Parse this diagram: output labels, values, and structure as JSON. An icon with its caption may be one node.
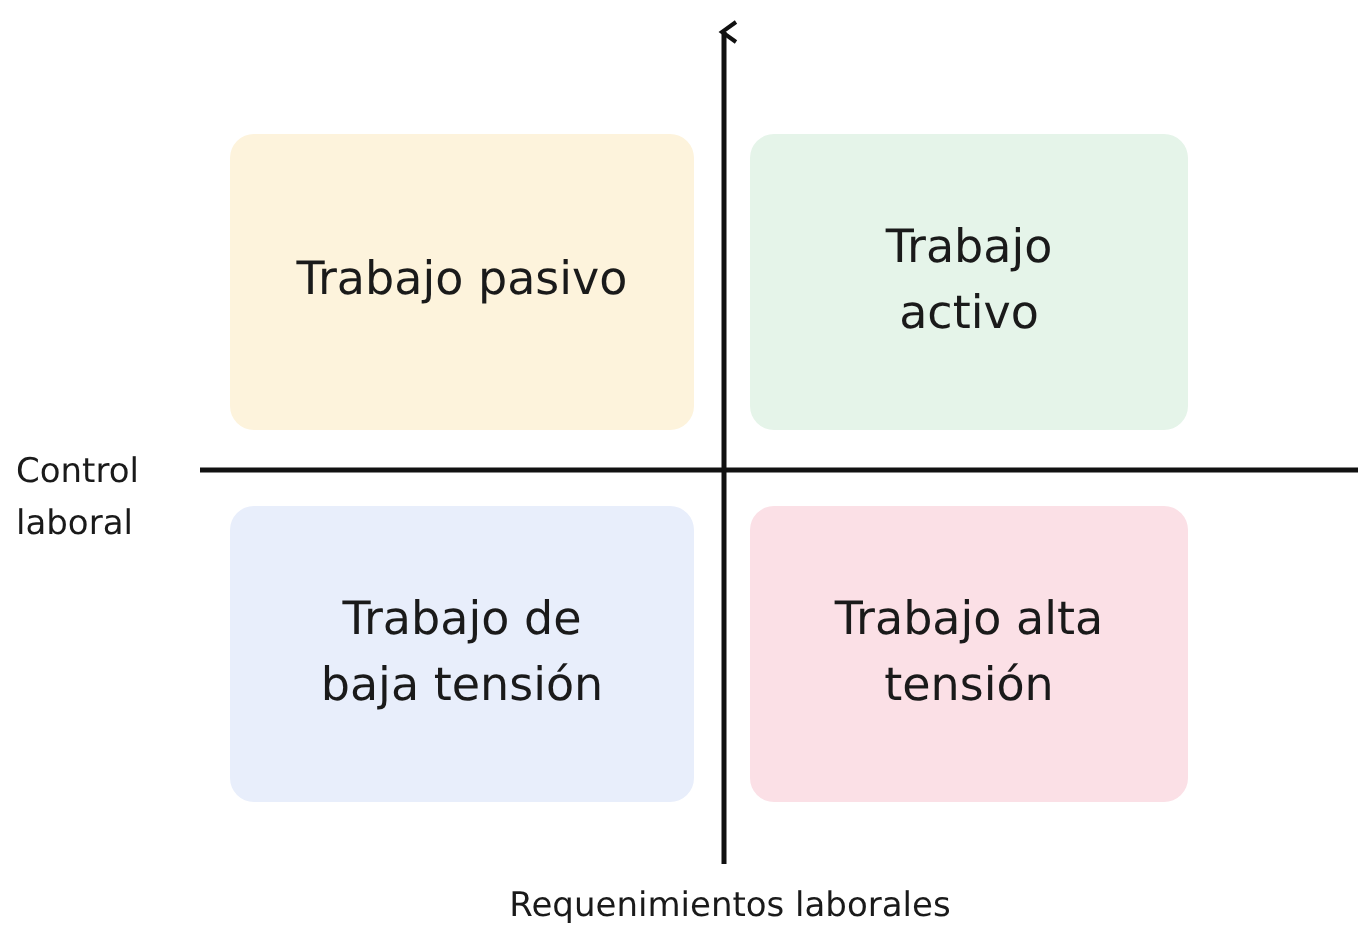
{
  "diagram": {
    "nodes": [
      {
        "text": [
          "Trabajo pasivo"
        ]
      },
      {
        "text": [
          "Trabajo activo"
        ]
      },
      {
        "text": [
          "Trabajo de baja tensión"
        ]
      },
      {
        "text": [
          "Trabajo alta tensión"
        ]
      }
    ],
    "labels": [
      "Control laboral",
      "Requenimientos laborales"
    ]
  }
}
